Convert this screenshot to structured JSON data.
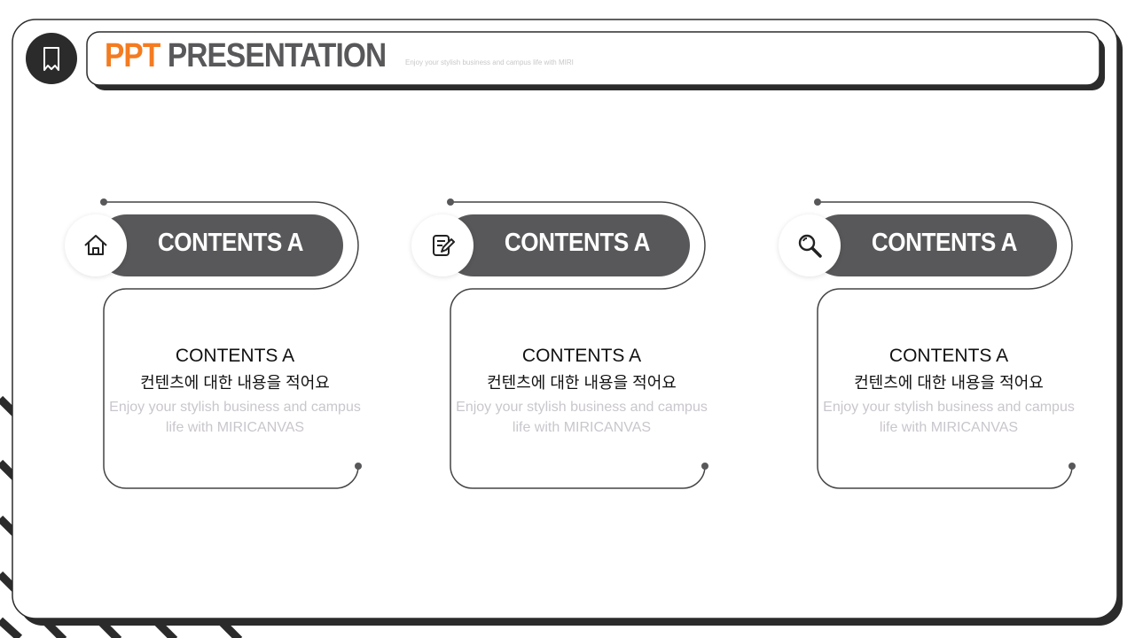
{
  "header": {
    "title_accent": "PPT",
    "title_main": "PRESENTATION",
    "subtitle": "Enjoy your stylish business and campus life with MIRI",
    "icon": "bookmark-icon"
  },
  "colors": {
    "accent": "#f47b20",
    "dark": "#58585a",
    "frame": "#2b2b2b"
  },
  "cards": [
    {
      "icon": "home-icon",
      "pill_title": "CONTENTS A",
      "heading": "CONTENTS A",
      "korean": "컨텐츠에 대한 내용을 적어요",
      "desc": "Enjoy your stylish business and campus life with MIRICANVAS"
    },
    {
      "icon": "edit-note-icon",
      "pill_title": "CONTENTS A",
      "heading": "CONTENTS A",
      "korean": "컨텐츠에 대한 내용을 적어요",
      "desc": "Enjoy your stylish business and campus life with MIRICANVAS"
    },
    {
      "icon": "search-icon",
      "pill_title": "CONTENTS A",
      "heading": "CONTENTS A",
      "korean": "컨텐츠에 대한 내용을 적어요",
      "desc": "Enjoy your stylish business and campus life with MIRICANVAS"
    }
  ]
}
